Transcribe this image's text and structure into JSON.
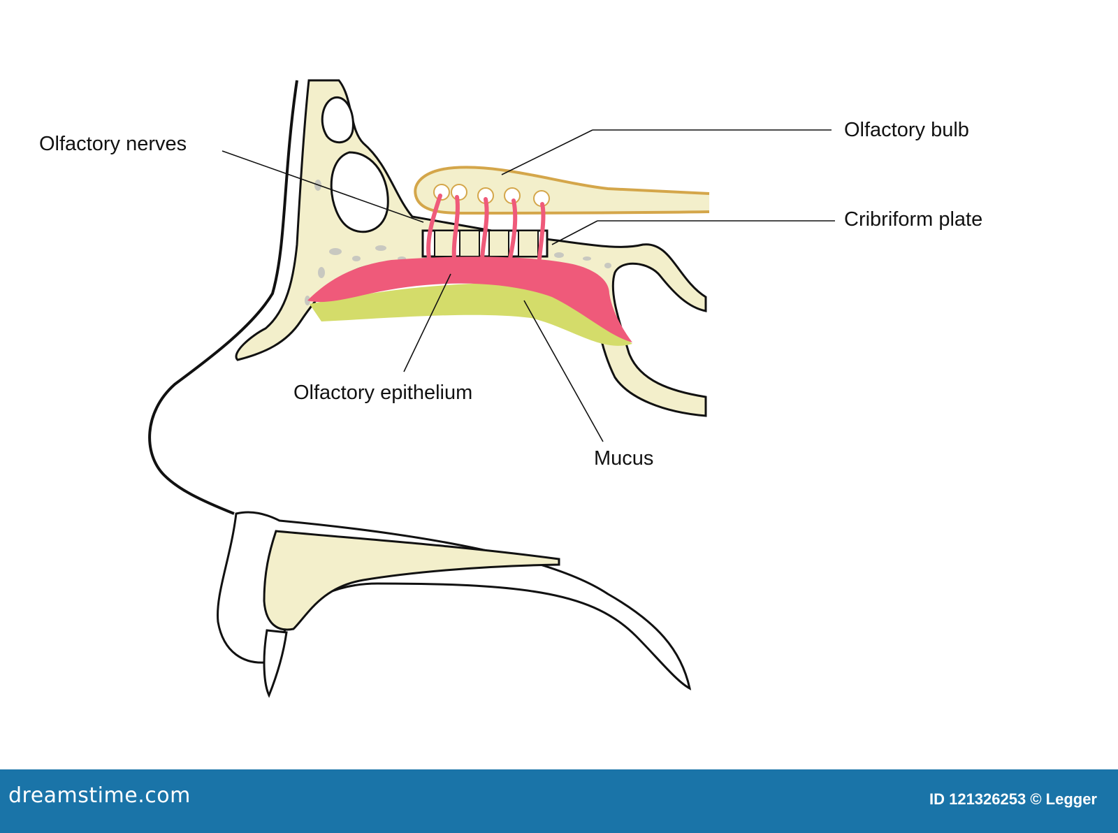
{
  "labels": {
    "olfactory_nerves": "Olfactory nerves",
    "olfactory_bulb": "Olfactory bulb",
    "cribriform_plate": "Cribriform plate",
    "olfactory_epithelium": "Olfactory epithelium",
    "mucus": "Mucus"
  },
  "footer": {
    "brand": "dreamstime.com",
    "credit": "ID 121326253 © Legger"
  },
  "colors": {
    "bone": "#f3efcb",
    "bone_spots": "#c8c8c0",
    "bulb_outline": "#d4a64a",
    "epithelium": "#ef5a7a",
    "mucus": "#d4dc6a",
    "footer_bg": "#1a74a8",
    "outline": "#111111"
  }
}
